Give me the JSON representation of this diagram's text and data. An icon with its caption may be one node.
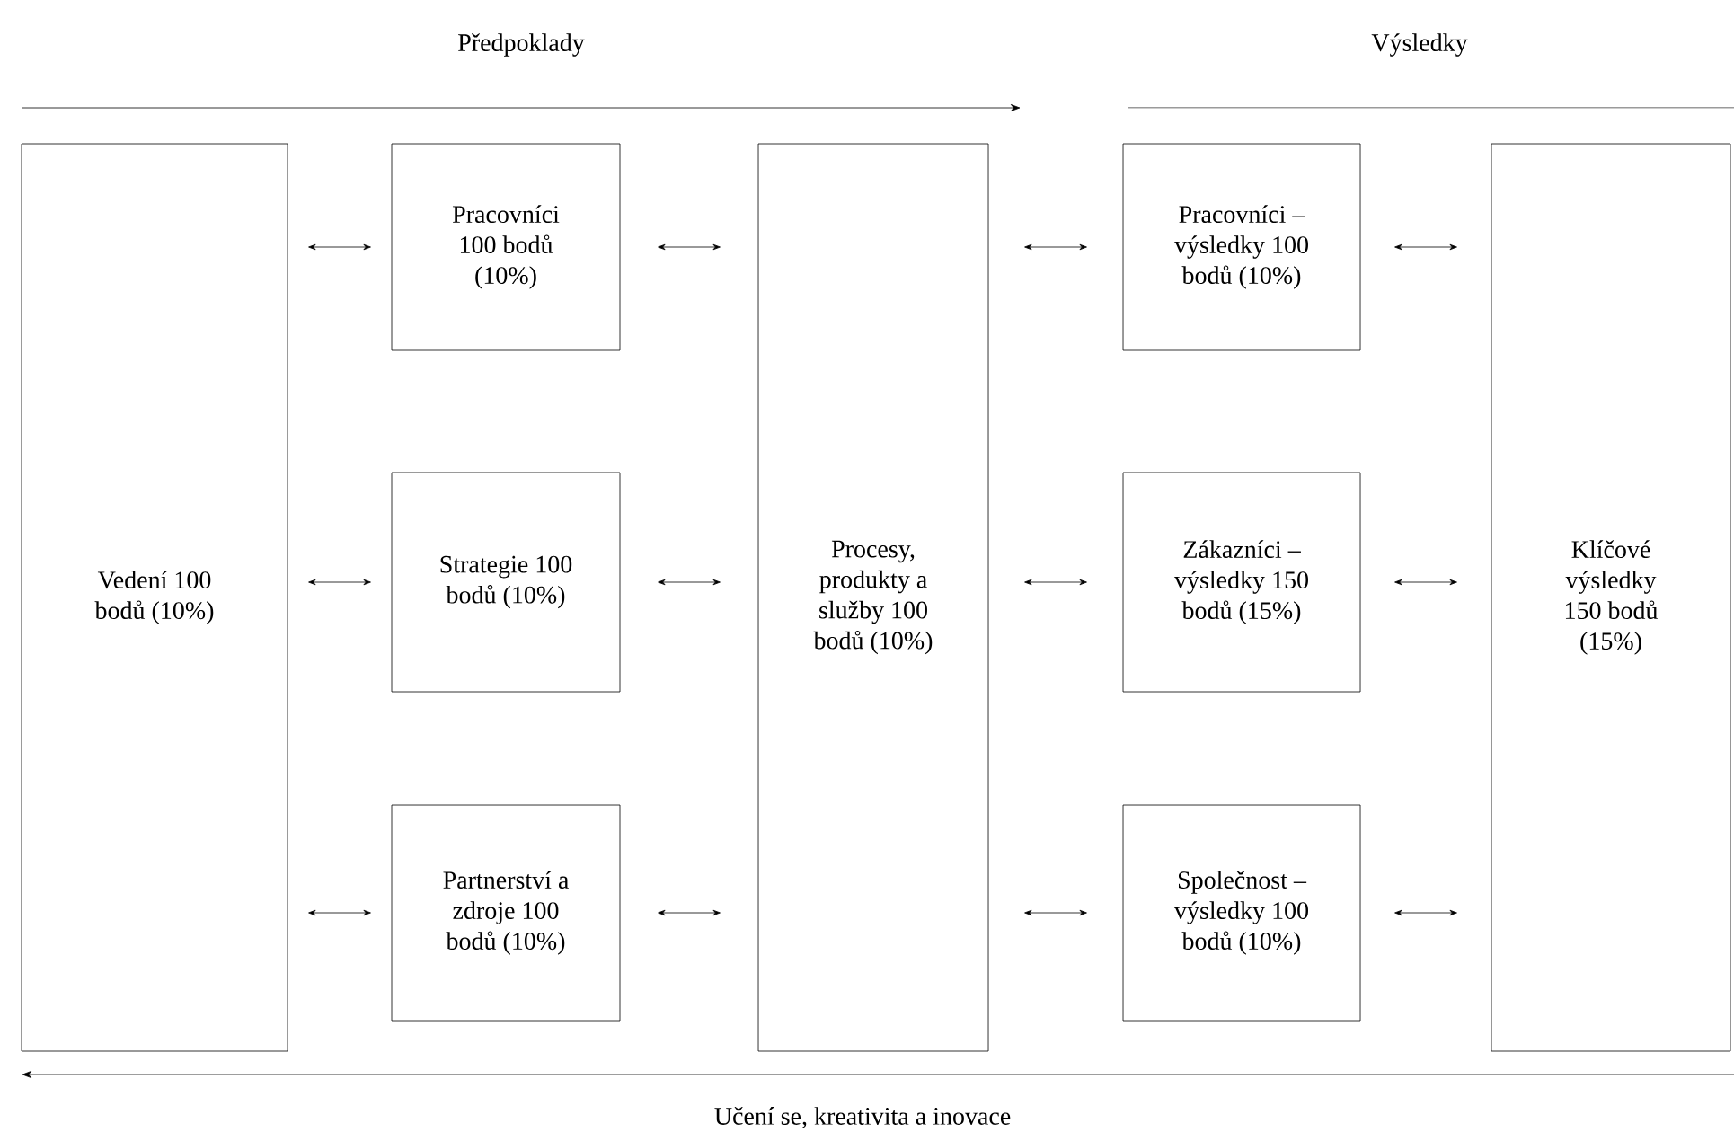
{
  "diagram": {
    "nodes": [
      {
        "text": [
          "Vedení 100 bodů (10%)"
        ]
      },
      {
        "text": [
          "Pracovníci 100 bodů (10%)"
        ]
      },
      {
        "text": [
          "Strategie 100 bodů (10%)"
        ]
      },
      {
        "text": [
          "Partnerství a zdroje 100 bodů (10%)"
        ]
      },
      {
        "text": [
          "Procesy, produkty a služby 100 bodů (10%)"
        ]
      },
      {
        "text": [
          "Pracovníci – výsledky 100 bodů (10%)"
        ]
      },
      {
        "text": [
          "Zákazníci – výsledky 150 bodů (15%)"
        ]
      },
      {
        "text": [
          "Společnost – výsledky 100 bodů (10%)"
        ]
      },
      {
        "text": [
          "Klíčové výsledky 150 bodů (15%)"
        ]
      }
    ],
    "edges": [
      {
        "from": 0,
        "to": 1,
        "arrow": "both"
      },
      {
        "from": 0,
        "to": 2,
        "arrow": "both"
      },
      {
        "from": 0,
        "to": 3,
        "arrow": "both"
      },
      {
        "from": 1,
        "to": 4,
        "arrow": "both"
      },
      {
        "from": 2,
        "to": 4,
        "arrow": "both"
      },
      {
        "from": 3,
        "to": 4,
        "arrow": "both"
      },
      {
        "from": 4,
        "to": 5,
        "arrow": "both"
      },
      {
        "from": 4,
        "to": 6,
        "arrow": "both"
      },
      {
        "from": 4,
        "to": 7,
        "arrow": "both"
      },
      {
        "from": 5,
        "to": 8,
        "arrow": "both"
      },
      {
        "from": 6,
        "to": 8,
        "arrow": "both"
      },
      {
        "from": 7,
        "to": 8,
        "arrow": "both"
      }
    ],
    "labels": [
      "Předpoklady",
      "Výsledky",
      "Učení se, kreativita a inovace"
    ]
  }
}
